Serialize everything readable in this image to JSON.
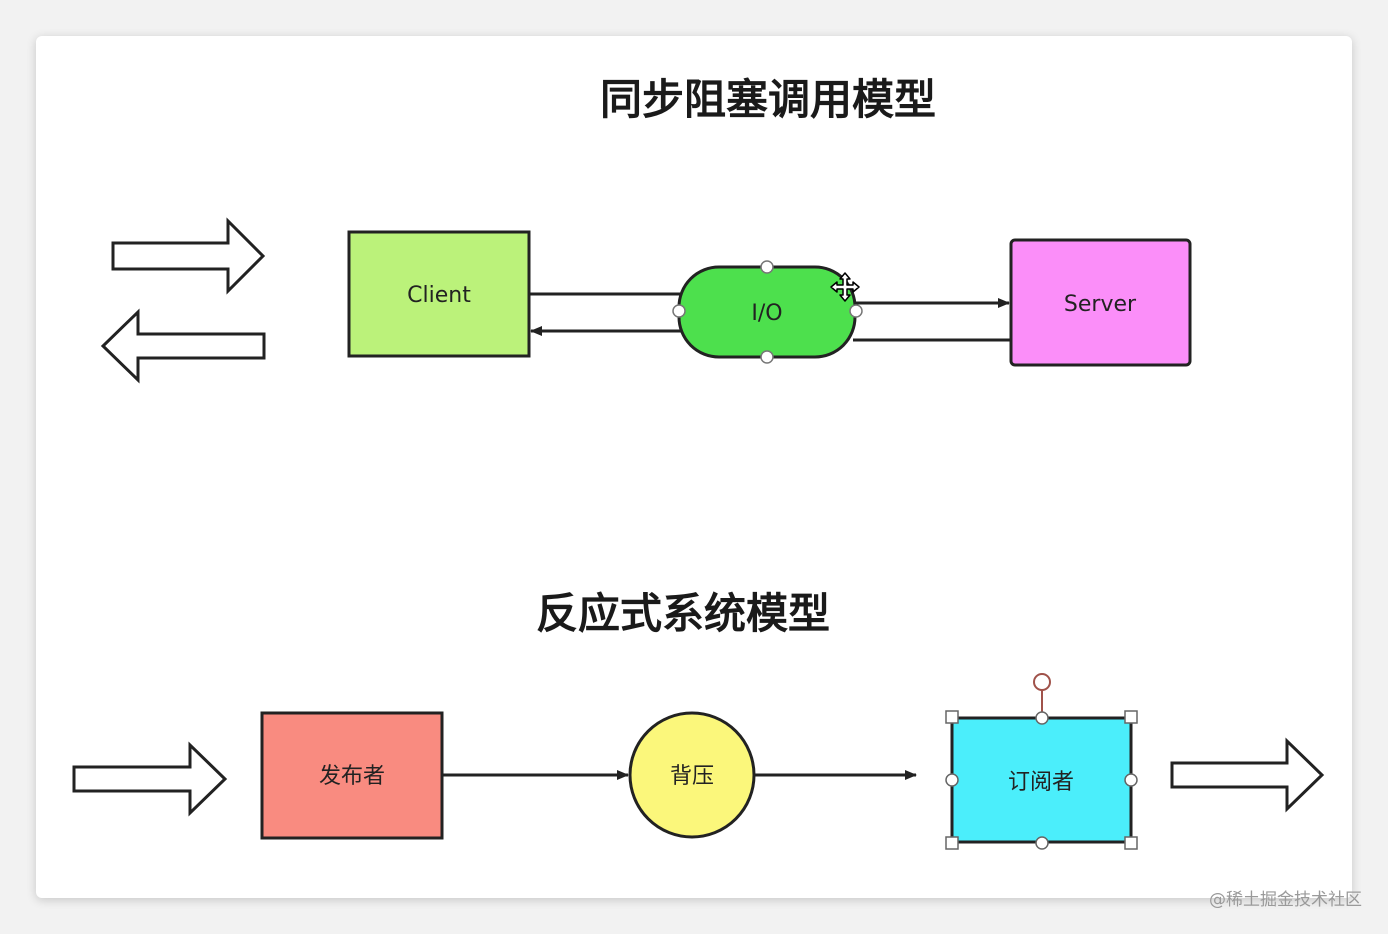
{
  "titles": {
    "sync": "同步阻塞调用模型",
    "reactive": "反应式系统模型"
  },
  "sync_model": {
    "client": "Client",
    "io": "I/O",
    "server": "Server"
  },
  "reactive_model": {
    "publisher": "发布者",
    "backpressure": "背压",
    "subscriber": "订阅者"
  },
  "colors": {
    "client": "#bbf27a",
    "io": "#4de04d",
    "server": "#fb8ef9",
    "publisher": "#f98b80",
    "backpressure": "#fbf77b",
    "subscriber": "#4beefb"
  },
  "watermark": "@稀土掘金技术社区"
}
